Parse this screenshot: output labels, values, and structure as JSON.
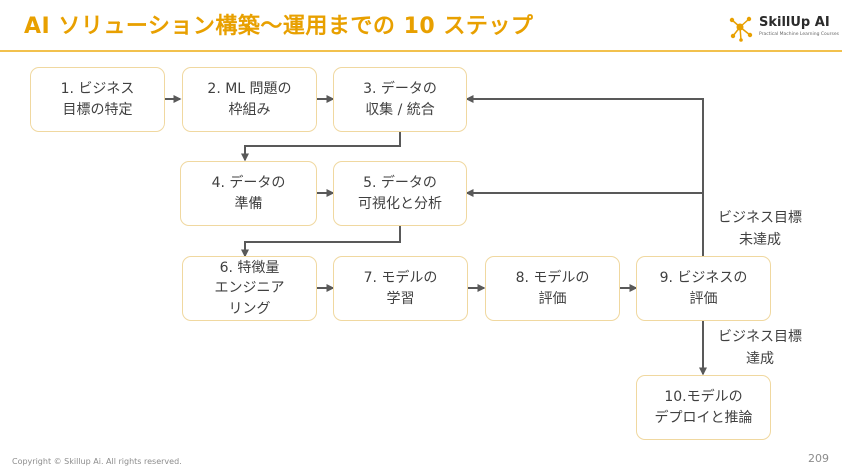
{
  "slide": {
    "title": "AI ソリューション構築〜運用までの 10 ステップ",
    "logo_name": "SkillUp AI",
    "logo_tagline": "Practical Machine Learning Courses",
    "footer": "Copyright © Skillup Ai. All rights reserved.",
    "page_number": "209"
  },
  "steps": [
    "1. ビジネス\n目標の特定",
    "2. ML 問題の\n枠組み",
    "3. データの\n収集 / 統合",
    "4. データの\n準備",
    "5. データの\n可視化と分析",
    "6. 特徴量\nエンジニア\nリング",
    "7. モデルの\n学習",
    "8. モデルの\n評価",
    "9. ビジネスの\n評価",
    "10.モデルの\nデプロイと推論"
  ],
  "notes": {
    "not_achieved": "ビジネス目標\n未達成",
    "achieved": "ビジネス目標\n達成"
  },
  "colors": {
    "accent": "#e8a000",
    "box_border": "#f0d8a0",
    "arrow": "#595959"
  }
}
